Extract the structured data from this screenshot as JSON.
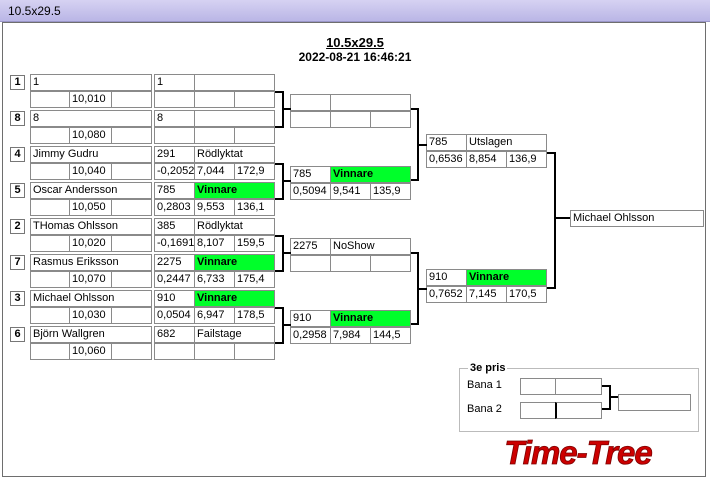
{
  "window": {
    "title": "10.5x29.5"
  },
  "header": {
    "title": "10.5x29.5",
    "datetime": "2022-08-21 16:46:21"
  },
  "round1": [
    {
      "seed": "1",
      "name": "1",
      "time": "10,010",
      "car": "1",
      "status": "",
      "rt": "",
      "et": "",
      "speed": "",
      "winner": false
    },
    {
      "seed": "8",
      "name": "8",
      "time": "10,080",
      "car": "8",
      "status": "",
      "rt": "",
      "et": "",
      "speed": "",
      "winner": false
    },
    {
      "seed": "4",
      "name": "Jimmy Gudru",
      "time": "10,040",
      "car": "291",
      "status": "Rödlyktat",
      "rt": "-0,2052",
      "et": "7,044",
      "speed": "172,9",
      "winner": false
    },
    {
      "seed": "5",
      "name": "Oscar Andersson",
      "time": "10,050",
      "car": "785",
      "status": "Vinnare",
      "rt": "0,2803",
      "et": "9,553",
      "speed": "136,1",
      "winner": true
    },
    {
      "seed": "2",
      "name": "THomas Ohlsson",
      "time": "10,020",
      "car": "385",
      "status": "Rödlyktat",
      "rt": "-0,1691",
      "et": "8,107",
      "speed": "159,5",
      "winner": false
    },
    {
      "seed": "7",
      "name": "Rasmus Eriksson",
      "time": "10,070",
      "car": "2275",
      "status": "Vinnare",
      "rt": "0,2447",
      "et": "6,733",
      "speed": "175,4",
      "winner": true
    },
    {
      "seed": "3",
      "name": "Michael Ohlsson",
      "time": "10,030",
      "car": "910",
      "status": "Vinnare",
      "rt": "0,0504",
      "et": "6,947",
      "speed": "178,5",
      "winner": true
    },
    {
      "seed": "6",
      "name": "Björn Wallgren",
      "time": "10,060",
      "car": "682",
      "status": "Failstage",
      "rt": "",
      "et": "",
      "speed": "",
      "winner": false
    }
  ],
  "round2": [
    {
      "car": "",
      "status": "",
      "rt": "",
      "et": "",
      "speed": "",
      "winner": false
    },
    {
      "car": "785",
      "status": "Vinnare",
      "rt": "0,5094",
      "et": "9,541",
      "speed": "135,9",
      "winner": true
    },
    {
      "car": "2275",
      "status": "NoShow",
      "rt": "",
      "et": "",
      "speed": "",
      "winner": false
    },
    {
      "car": "910",
      "status": "Vinnare",
      "rt": "0,2958",
      "et": "7,984",
      "speed": "144,5",
      "winner": true
    }
  ],
  "round3": [
    {
      "car": "785",
      "status": "Utslagen",
      "rt": "0,6536",
      "et": "8,854",
      "speed": "136,9",
      "winner": false
    },
    {
      "car": "910",
      "status": "Vinnare",
      "rt": "0,7652",
      "et": "7,145",
      "speed": "170,5",
      "winner": true
    }
  ],
  "final": {
    "winner_name": "Michael Ohlsson"
  },
  "third_place": {
    "title": "3e pris",
    "lane1_label": "Bana 1",
    "lane2_label": "Bana 2"
  },
  "logo": {
    "text": "Time-Tree",
    "color": "#cc0000"
  }
}
